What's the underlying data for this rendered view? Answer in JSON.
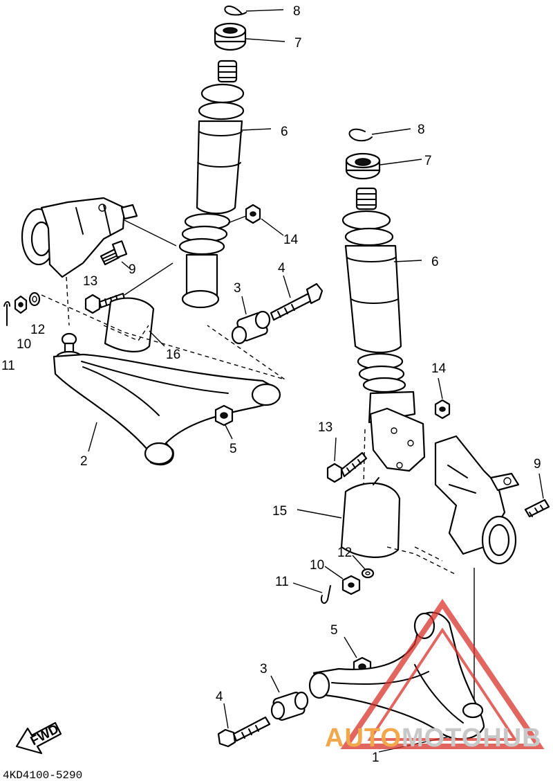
{
  "diagram": {
    "code": "4KD4100-5290",
    "fwd_label": "FWD",
    "watermark": {
      "part1": "AUTO",
      "part2": "MOTO",
      "part3": "HUB",
      "color_orange": "#f2a74a",
      "color_grey": "#c8c8c8",
      "color_red": "#d9342b"
    },
    "callouts": {
      "c8a": "8",
      "c7a": "7",
      "c6a": "6",
      "c14a": "14",
      "c9a": "9",
      "c13a": "13",
      "c3a": "3",
      "c4a": "4",
      "c10a": "10",
      "c12a": "12",
      "c11a": "11",
      "c16": "16",
      "c2": "2",
      "c5a": "5",
      "c8b": "8",
      "c7b": "7",
      "c6b": "6",
      "c14b": "14",
      "c13b": "13",
      "c9b": "9",
      "c15": "15",
      "c12b": "12",
      "c10b": "10",
      "c11b": "11",
      "c5b": "5",
      "c3b": "3",
      "c4b": "4",
      "c1": "1"
    }
  }
}
